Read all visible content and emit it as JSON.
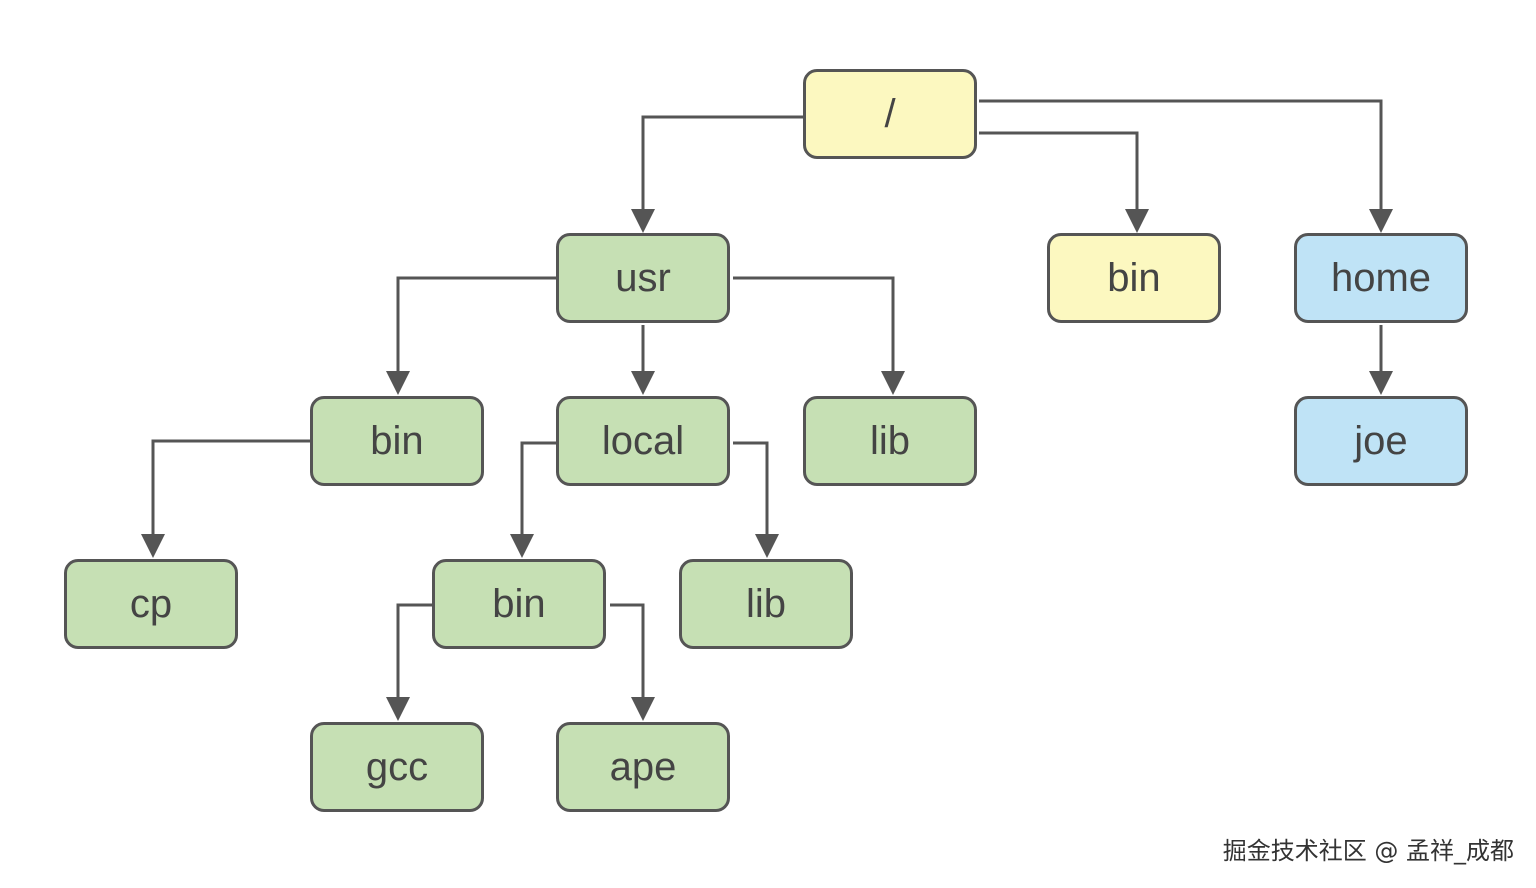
{
  "nodes": {
    "root": {
      "label": "/",
      "color": "#fcf8c0"
    },
    "usr": {
      "label": "usr",
      "color": "#c6e0b4"
    },
    "bin": {
      "label": "bin",
      "color": "#fcf8c0"
    },
    "home": {
      "label": "home",
      "color": "#bfe3f6"
    },
    "usr_bin": {
      "label": "bin",
      "color": "#c6e0b4"
    },
    "usr_local": {
      "label": "local",
      "color": "#c6e0b4"
    },
    "usr_lib": {
      "label": "lib",
      "color": "#c6e0b4"
    },
    "joe": {
      "label": "joe",
      "color": "#bfe3f6"
    },
    "cp": {
      "label": "cp",
      "color": "#c6e0b4"
    },
    "local_bin": {
      "label": "bin",
      "color": "#c6e0b4"
    },
    "local_lib": {
      "label": "lib",
      "color": "#c6e0b4"
    },
    "gcc": {
      "label": "gcc",
      "color": "#c6e0b4"
    },
    "ape": {
      "label": "ape",
      "color": "#c6e0b4"
    }
  },
  "edges": [
    [
      "root",
      "usr"
    ],
    [
      "root",
      "bin"
    ],
    [
      "root",
      "home"
    ],
    [
      "usr",
      "usr_bin"
    ],
    [
      "usr",
      "usr_local"
    ],
    [
      "usr",
      "usr_lib"
    ],
    [
      "home",
      "joe"
    ],
    [
      "usr_bin",
      "cp"
    ],
    [
      "usr_local",
      "local_bin"
    ],
    [
      "usr_local",
      "local_lib"
    ],
    [
      "local_bin",
      "gcc"
    ],
    [
      "local_bin",
      "ape"
    ]
  ],
  "colors": {
    "stroke": "#555555",
    "text": "#444444"
  },
  "watermark": "掘金技术社区 @ 孟祥_成都"
}
